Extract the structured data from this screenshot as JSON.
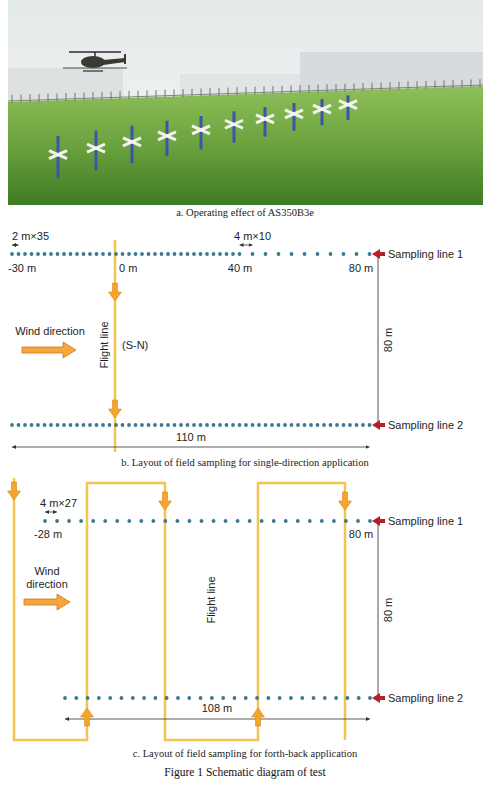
{
  "diagram": {
    "caption": "Figure 1 Schematic diagram of test",
    "labels": [
      "a. Operating effect of AS350B3e",
      "2 m×35",
      "4 m×10",
      "-30 m",
      "0 m",
      "40 m",
      "80 m",
      "Sampling line 1",
      "Wind direction",
      "Flight line",
      "(S-N)",
      "80 m",
      "110 m",
      "Sampling line 2",
      "b. Layout of field sampling for single-direction application",
      "4 m×27",
      "-28 m",
      "80 m",
      "Sampling line 1",
      "Wind direction",
      "Flight line",
      "80 m",
      "108 m",
      "Sampling line 2",
      "c. Layout of field sampling for forth-back application"
    ]
  }
}
